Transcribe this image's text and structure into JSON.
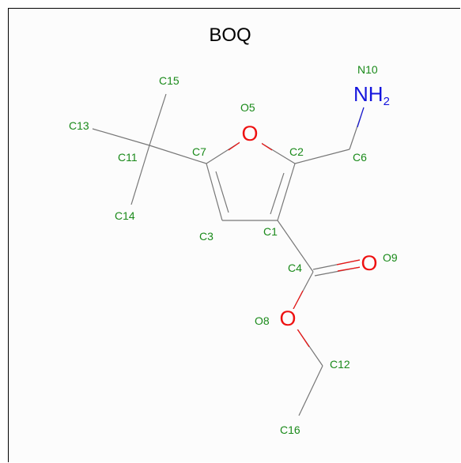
{
  "title": "BOQ",
  "colors": {
    "carbon_label": "#1a8a1a",
    "oxygen": "#ee1111",
    "nitrogen": "#1515dd",
    "bond": "#777777"
  },
  "atom_labels": {
    "C1": "C1",
    "C2": "C2",
    "C3": "C3",
    "C4": "C4",
    "O5": "O5",
    "C6": "C6",
    "C7": "C7",
    "O8": "O8",
    "O9": "O9",
    "N10": "N10",
    "C11": "C11",
    "C12": "C12",
    "C13": "C13",
    "C14": "C14",
    "C15": "C15",
    "C16": "C16"
  },
  "hetero_atoms": {
    "O5": "O",
    "O8": "O",
    "O9": "O",
    "N10_main": "NH",
    "N10_sub": "2"
  }
}
